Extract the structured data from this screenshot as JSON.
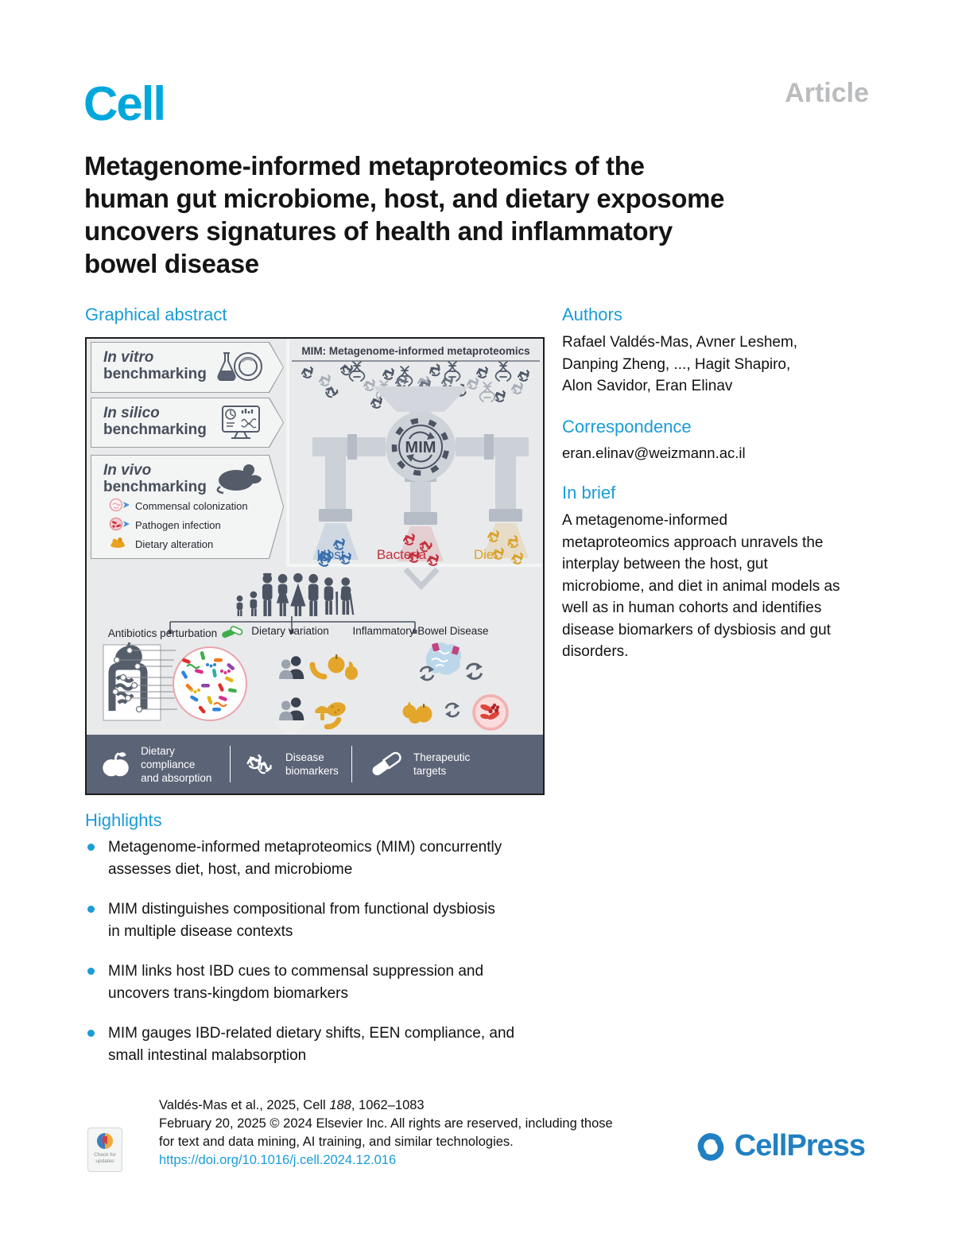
{
  "header": {
    "journal": "Cell",
    "article_type": "Article"
  },
  "title": "Metagenome-informed metaproteomics of the\nhuman gut microbiome, host, and dietary exposome\nuncovers signatures of health and inflammatory\nbowel disease",
  "sections": {
    "graphical_abstract": "Graphical abstract",
    "authors": "Authors",
    "correspondence": "Correspondence",
    "in_brief": "In brief",
    "highlights": "Highlights"
  },
  "authors": {
    "names": "Rafael Valdés-Mas, Avner Leshem,\nDanping Zheng, ..., Hagit Shapiro,\nAlon Savidor, Eran Elinav"
  },
  "correspondence": {
    "email": "eran.elinav@weizmann.ac.il"
  },
  "in_brief": {
    "text": "A metagenome-informed\nmetaproteomics approach unravels the\ninterplay between the host, gut\nmicrobiome, and diet in animal models as\nwell as in human cohorts and identifies\ndisease biomarkers of dysbiosis and gut\ndisorders."
  },
  "highlights": {
    "items": [
      "Metagenome-informed metaproteomics (MIM) concurrently\nassesses diet, host, and microbiome",
      "MIM distinguishes compositional from functional dysbiosis\nin multiple disease contexts",
      "MIM links host IBD cues to commensal suppression and\nuncovers trans-kingdom biomarkers",
      "MIM gauges IBD-related dietary shifts, EEN compliance, and\nsmall intestinal malabsorption"
    ]
  },
  "figure": {
    "panels": {
      "vitro": {
        "italic": "In vitro",
        "rest": "benchmarking"
      },
      "silico": {
        "italic": "In silico",
        "rest": "benchmarking"
      },
      "vivo": {
        "italic": "In vivo",
        "rest": "benchmarking",
        "bullets": [
          "Commensal colonization",
          "Pathogen infection",
          "Dietary alteration"
        ]
      }
    },
    "mim_header": "MIM: Metagenome-informed metaproteomics",
    "mim": "MIM",
    "streams": {
      "host": "Host",
      "bacteria": "Bacteria",
      "diet": "Diet"
    },
    "cohorts": {
      "antibiotics": "Antibiotics perturbation",
      "dietary": "Dietary variation",
      "ibd": "Inflammatory Bowel Disease"
    },
    "bar": {
      "item1": "Dietary compliance\nand absorption",
      "item2": "Disease\nbiomarkers",
      "item3": "Therapeutic\ntargets"
    }
  },
  "footer": {
    "citation_prefix": "Valdés-Mas et al., 2025, Cell ",
    "citation_volume": "188",
    "citation_suffix": ", 1062–1083",
    "line2": "February 20, 2025 © 2024 Elsevier Inc. All rights are reserved, including those",
    "line3": "for text and data mining, AI training, and similar technologies.",
    "doi": "https://doi.org/10.1016/j.cell.2024.12.016",
    "badge": "Check for updates",
    "publisher": "CellPress"
  },
  "colors": {
    "accent_blue": "#1a9cd8",
    "cell_logo_blue": "#00a7dc",
    "cellpress_blue": "#2180c2",
    "article_gray": "#bbbcbe",
    "dark_bar": "#5b6376",
    "host_blue": "#3a6fae",
    "bacteria_red": "#c2303c",
    "diet_yellow": "#d9a32a"
  }
}
